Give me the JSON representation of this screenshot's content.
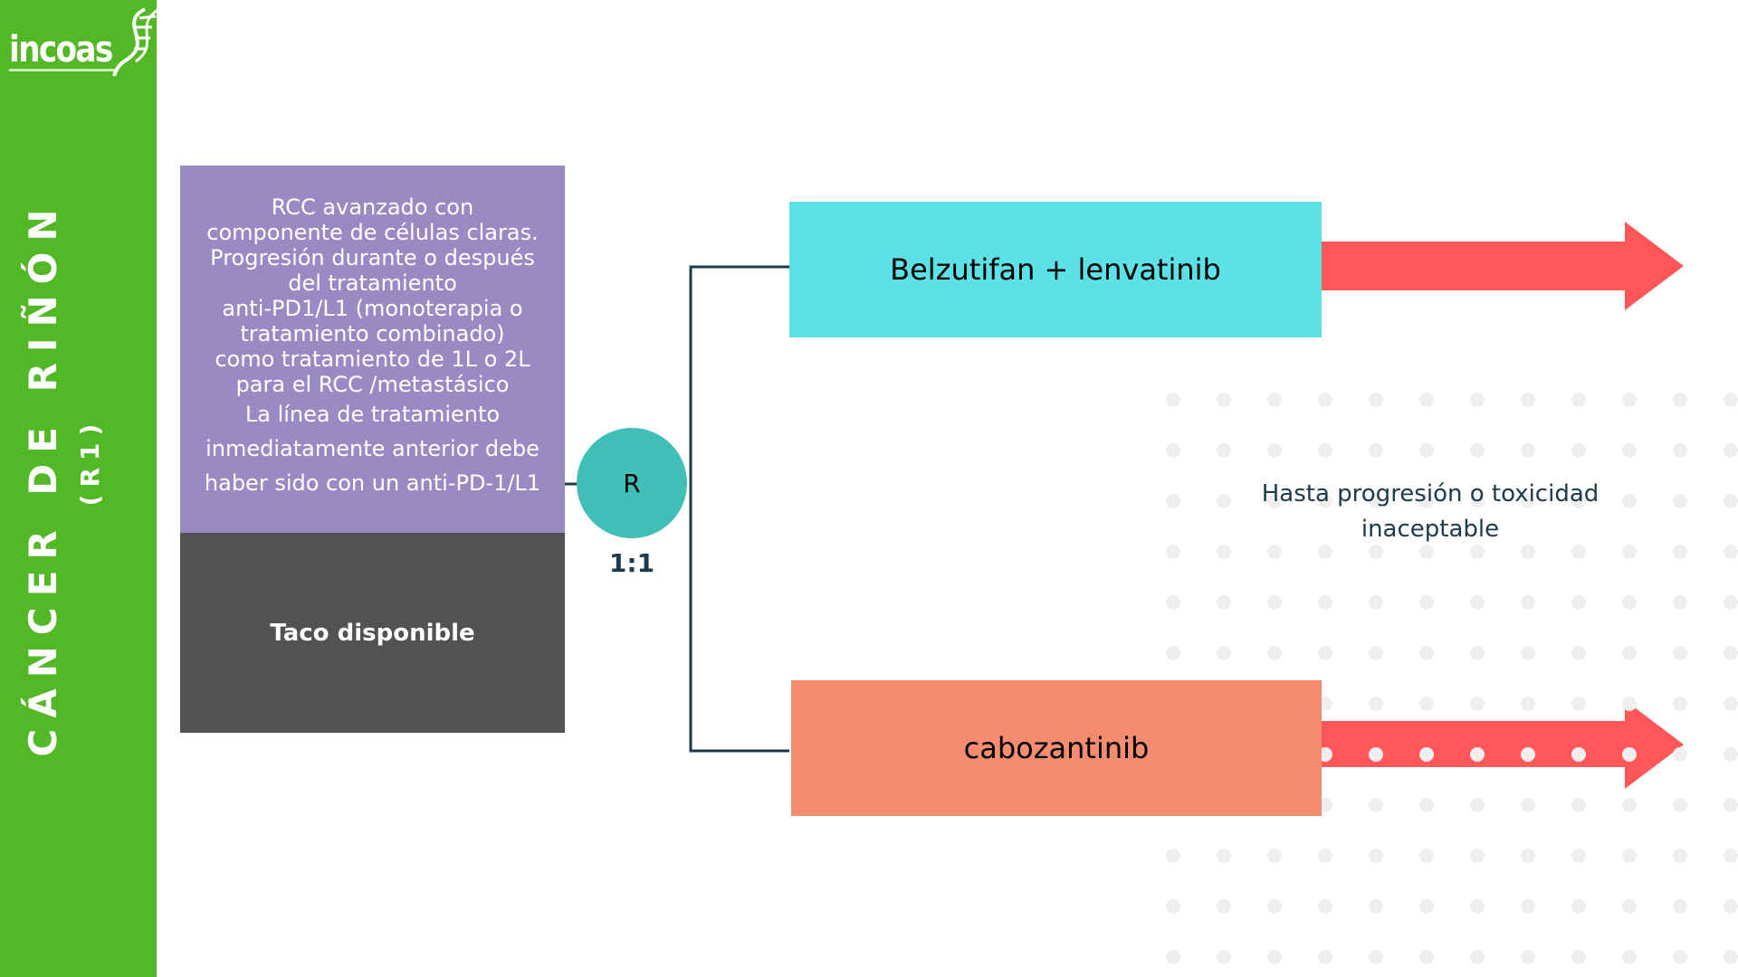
{
  "sidebar": {
    "logo_text": "incoas",
    "title": "CÁNCER DE RIÑÓN",
    "subtitle": "(R1)"
  },
  "population": {
    "lines_1": [
      "RCC avanzado con",
      "componente de células claras.",
      "Progresión durante o después",
      "del tratamiento",
      "anti-PD1/L1 (monoterapia o",
      "tratamiento combinado)",
      "como tratamiento de 1L o 2L",
      "para el RCC /metastásico"
    ],
    "lines_2": [
      "La línea de tratamiento",
      "inmediatamente anterior debe",
      "haber sido con un anti-PD-1/L1"
    ],
    "tissue": "Taco disponible"
  },
  "randomization": {
    "label": "R",
    "ratio": "1:1"
  },
  "arms": [
    {
      "label": "Belzutifan + lenvatinib",
      "color": "#5ce1e6"
    },
    {
      "label": "cabozantinib",
      "color": "#f48d6f"
    }
  ],
  "duration": {
    "line1": "Hasta progresión o toxicidad",
    "line2": "inaceptable"
  },
  "colors": {
    "sidebar": "#52b826",
    "population": "#9a8ac4",
    "tissue": "#525252",
    "randomization": "#3fbfb6",
    "arrow": "#ff5757",
    "connector": "#1d3a4a",
    "dots": "#efefef"
  }
}
